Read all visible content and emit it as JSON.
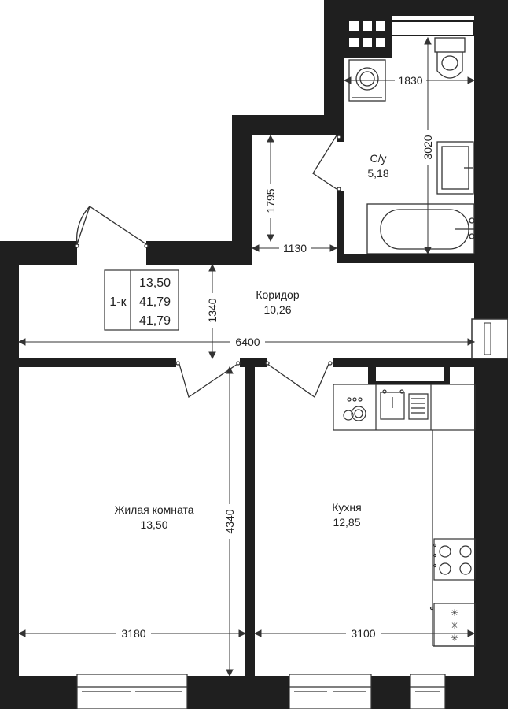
{
  "rooms": {
    "bathroom": {
      "name": "С/у",
      "area": "5,18"
    },
    "corridor": {
      "name": "Коридор",
      "area": "10,26"
    },
    "living": {
      "name": "Жилая комната",
      "area": "13,50"
    },
    "kitchen": {
      "name": "Кухня",
      "area": "12,85"
    }
  },
  "summary": {
    "type": "1-к",
    "living_area": "13,50",
    "total_area": "41,79",
    "total_area_2": "41,79"
  },
  "dimensions": {
    "bath_width": "1830",
    "bath_height": "3020",
    "hall_height": "1795",
    "hall_width": "1130",
    "corridor_height": "1340",
    "total_width": "6400",
    "living_height": "4340",
    "living_width": "3180",
    "kitchen_width": "3100"
  },
  "colors": {
    "wall": "#1f1f1f",
    "line": "#333333",
    "background": "#ffffff"
  }
}
